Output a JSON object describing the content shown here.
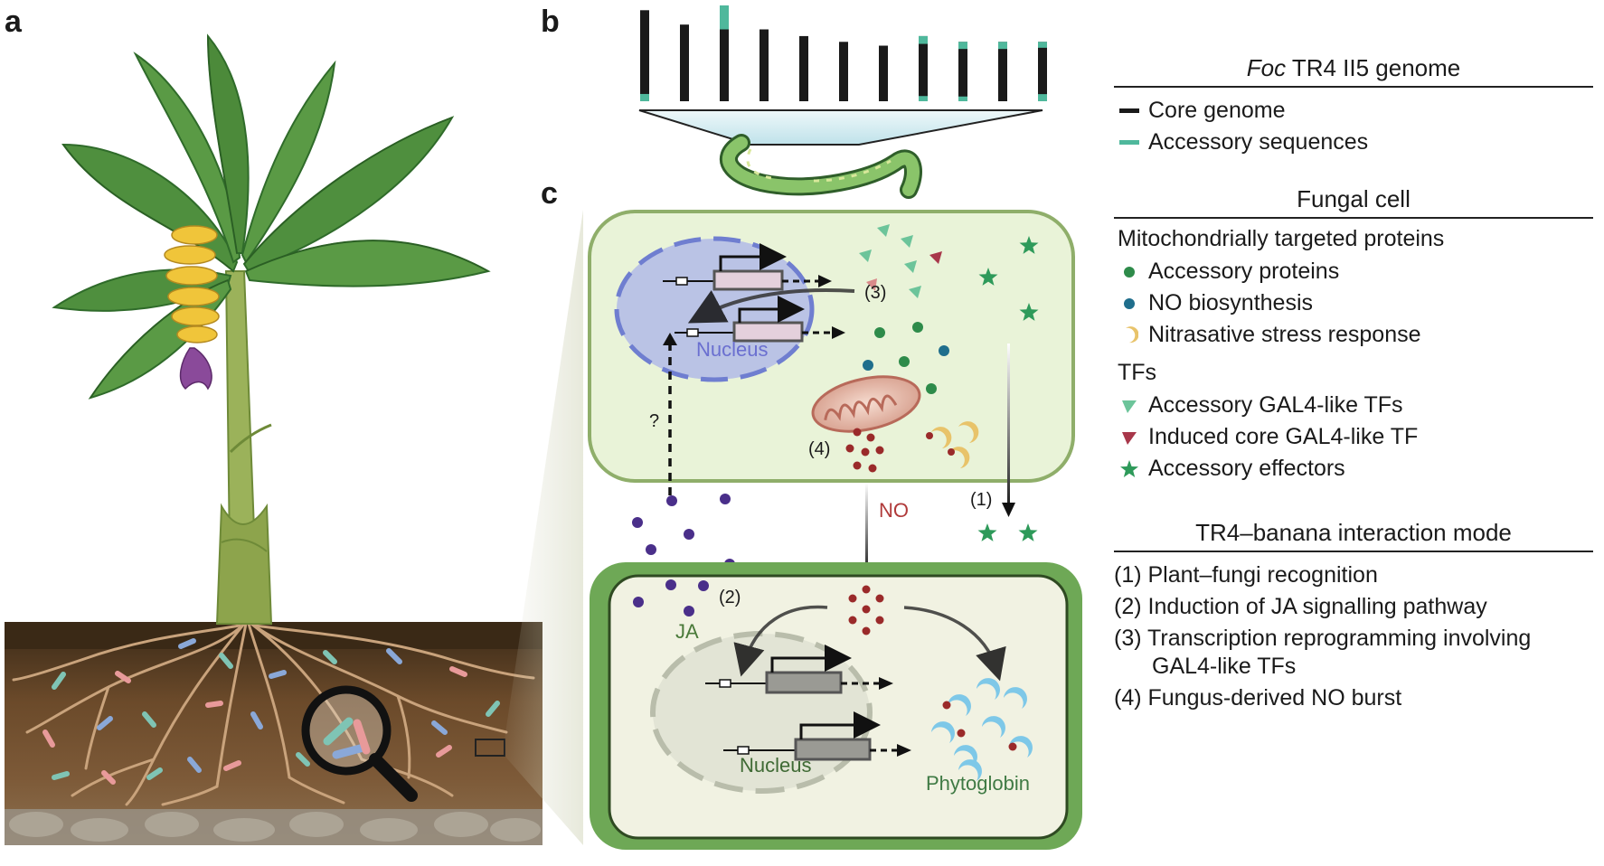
{
  "panels": {
    "a": "a",
    "b": "b",
    "c": "c"
  },
  "labels": {
    "nucleus_fungal": "Nucleus",
    "nucleus_plant": "Nucleus",
    "step1": "(1)",
    "step2": "(2)",
    "step3": "(3)",
    "step4": "(4)",
    "question": "?",
    "no": "NO",
    "ja": "JA",
    "phytoglobin": "Phytoglobin"
  },
  "legend": {
    "genome": {
      "title_italic": "Foc",
      "title_rest": " TR4 II5 genome",
      "items": [
        {
          "label": "Core genome",
          "color": "#1a1a1a"
        },
        {
          "label": "Accessory sequences",
          "color": "#4fb89c"
        }
      ]
    },
    "fungal_cell": {
      "title": "Fungal cell",
      "mito_heading": "Mitochondrially targeted proteins",
      "mito_items": [
        {
          "label": "Accessory proteins",
          "icon": "green-dot-icon",
          "color": "#2e8b4a"
        },
        {
          "label": "NO biosynthesis",
          "icon": "blue-dot-icon",
          "color": "#1f6e8c"
        },
        {
          "label": "Nitrasative stress response",
          "icon": "yellow-crescent-icon",
          "color": "#e8c36a"
        }
      ],
      "tf_heading": "TFs",
      "tf_items": [
        {
          "label": "Accessory GAL4-like TFs",
          "icon": "teal-triangle-icon",
          "color": "#6cc49a"
        },
        {
          "label": "Induced core GAL4-like TF",
          "icon": "red-triangle-icon",
          "color": "#a8374a"
        },
        {
          "label": "Accessory effectors",
          "icon": "green-star-icon",
          "color": "#2e9a5a"
        }
      ]
    },
    "interaction": {
      "title": "TR4–banana interaction mode",
      "items": [
        "(1) Plant–fungi recognition",
        "(2) Induction of JA signalling pathway",
        "(3) Transcription reprogramming involving",
        "GAL4-like TFs",
        "(4) Fungus-derived NO burst"
      ]
    }
  },
  "chromosomes": [
    {
      "height": 0.95,
      "accessory_top": 0.0,
      "accessory_bottom": 0.08
    },
    {
      "height": 0.8,
      "accessory_top": 0.0,
      "accessory_bottom": 0.0
    },
    {
      "height": 1.0,
      "accessory_top": 0.25,
      "accessory_bottom": 0.0
    },
    {
      "height": 0.75,
      "accessory_top": 0.0,
      "accessory_bottom": 0.0
    },
    {
      "height": 0.68,
      "accessory_top": 0.0,
      "accessory_bottom": 0.0
    },
    {
      "height": 0.62,
      "accessory_top": 0.0,
      "accessory_bottom": 0.0
    },
    {
      "height": 0.58,
      "accessory_top": 0.0,
      "accessory_bottom": 0.0
    },
    {
      "height": 0.68,
      "accessory_top": 0.12,
      "accessory_bottom": 0.08
    },
    {
      "height": 0.62,
      "accessory_top": 0.12,
      "accessory_bottom": 0.08
    },
    {
      "height": 0.62,
      "accessory_top": 0.12,
      "accessory_bottom": 0.0
    },
    {
      "height": 0.62,
      "accessory_top": 0.1,
      "accessory_bottom": 0.12
    }
  ],
  "colors": {
    "leaf": "#4a8a3a",
    "leaf_dark": "#2f6b2a",
    "stem": "#8aa44a",
    "banana": "#f0c53a",
    "flower": "#8a4a9a",
    "soil_top": "#4a3520",
    "soil_mid": "#6b4a2a",
    "soil_bottom": "#8a6a4a",
    "root": "#c8a07a",
    "fungal_cell_fill": "#e9f3d8",
    "fungal_cell_stroke": "#8fae6a",
    "plant_cell_fill": "#f1f2e2",
    "plant_wall": "#6ea856",
    "nucleus_fungal": "#aab0e8",
    "nucleus_plant": "#dde0d2",
    "no_red": "#9a2a2a",
    "ja_purple": "#4a2f8a",
    "phyto_blue": "#7ec8e8"
  }
}
